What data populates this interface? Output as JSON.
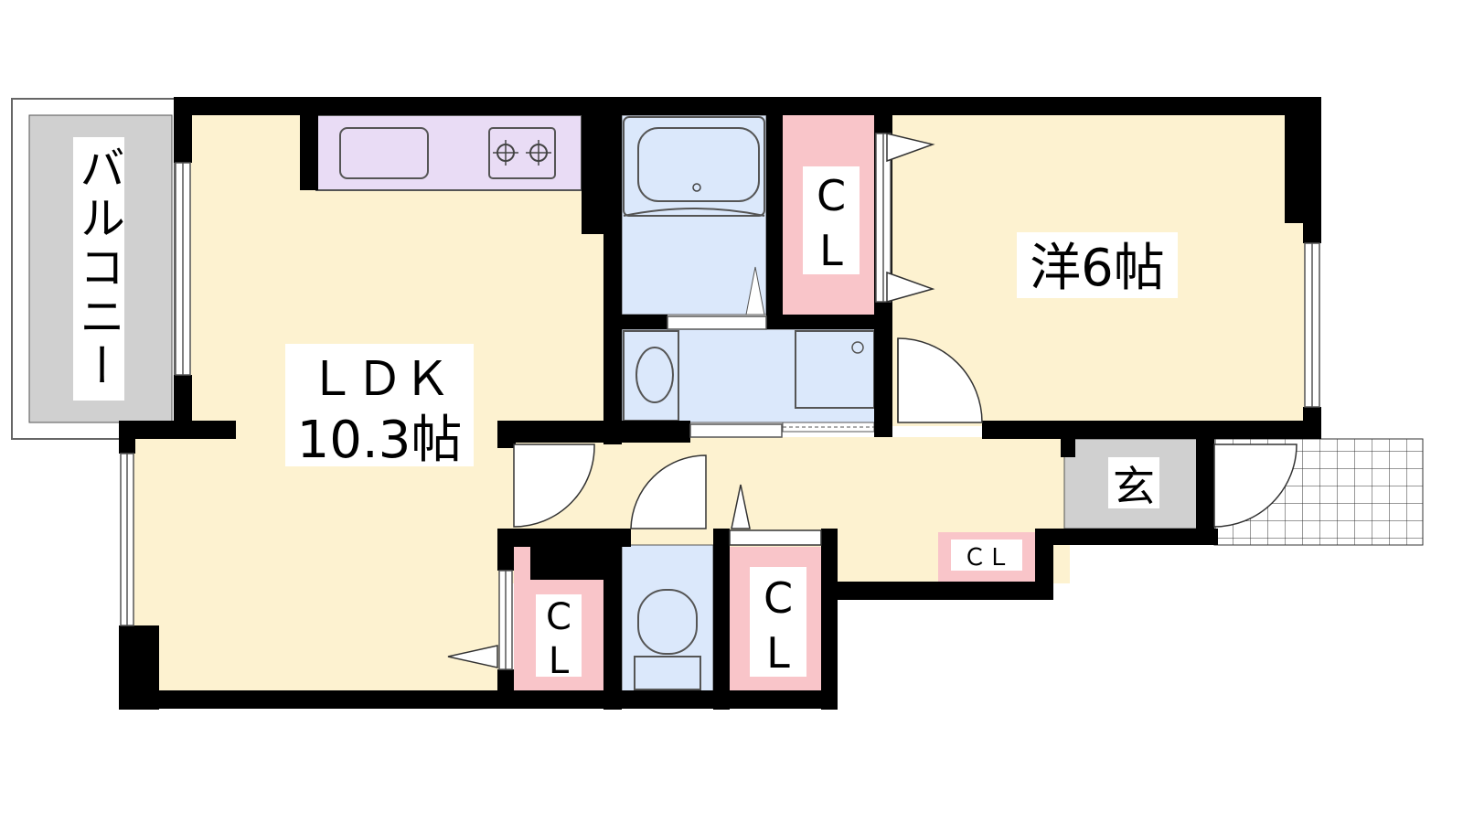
{
  "floorplan": {
    "rooms": {
      "balcony": "バルコニー",
      "ldk_name": "ＬＤＫ",
      "ldk_size": "10.3帖",
      "western_room": "洋6帖",
      "entrance": "玄",
      "closet": "C L",
      "closet_small": "ＣＬ"
    },
    "colors": {
      "floor": "#fdf2d0",
      "wet_area": "#dbe8fb",
      "closet": "#f9c5c9",
      "kitchen": "#e9dcf5",
      "balcony": "#d0d0d0",
      "entrance": "#d0d0d0",
      "wall": "#000000"
    }
  }
}
